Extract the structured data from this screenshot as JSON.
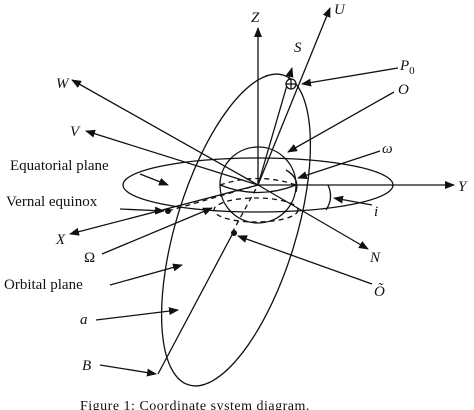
{
  "axes": {
    "z": "Z",
    "u": "U",
    "s": "S",
    "p0": "P",
    "p0_sub": "0",
    "w": "W",
    "o": "O",
    "v": "V",
    "omega_small": "ω",
    "y": "Y",
    "x": "X",
    "i": "i",
    "Omega": "Ω",
    "n": "N",
    "o_tilde": "Õ",
    "a": "a",
    "b": "B"
  },
  "labels": {
    "equatorial_plane": "Equatorial plane",
    "vernal_equinox": "Vernal equinox",
    "orbital_plane": "Orbital plane"
  },
  "caption": "Figure 1: Coordinate system diagram."
}
